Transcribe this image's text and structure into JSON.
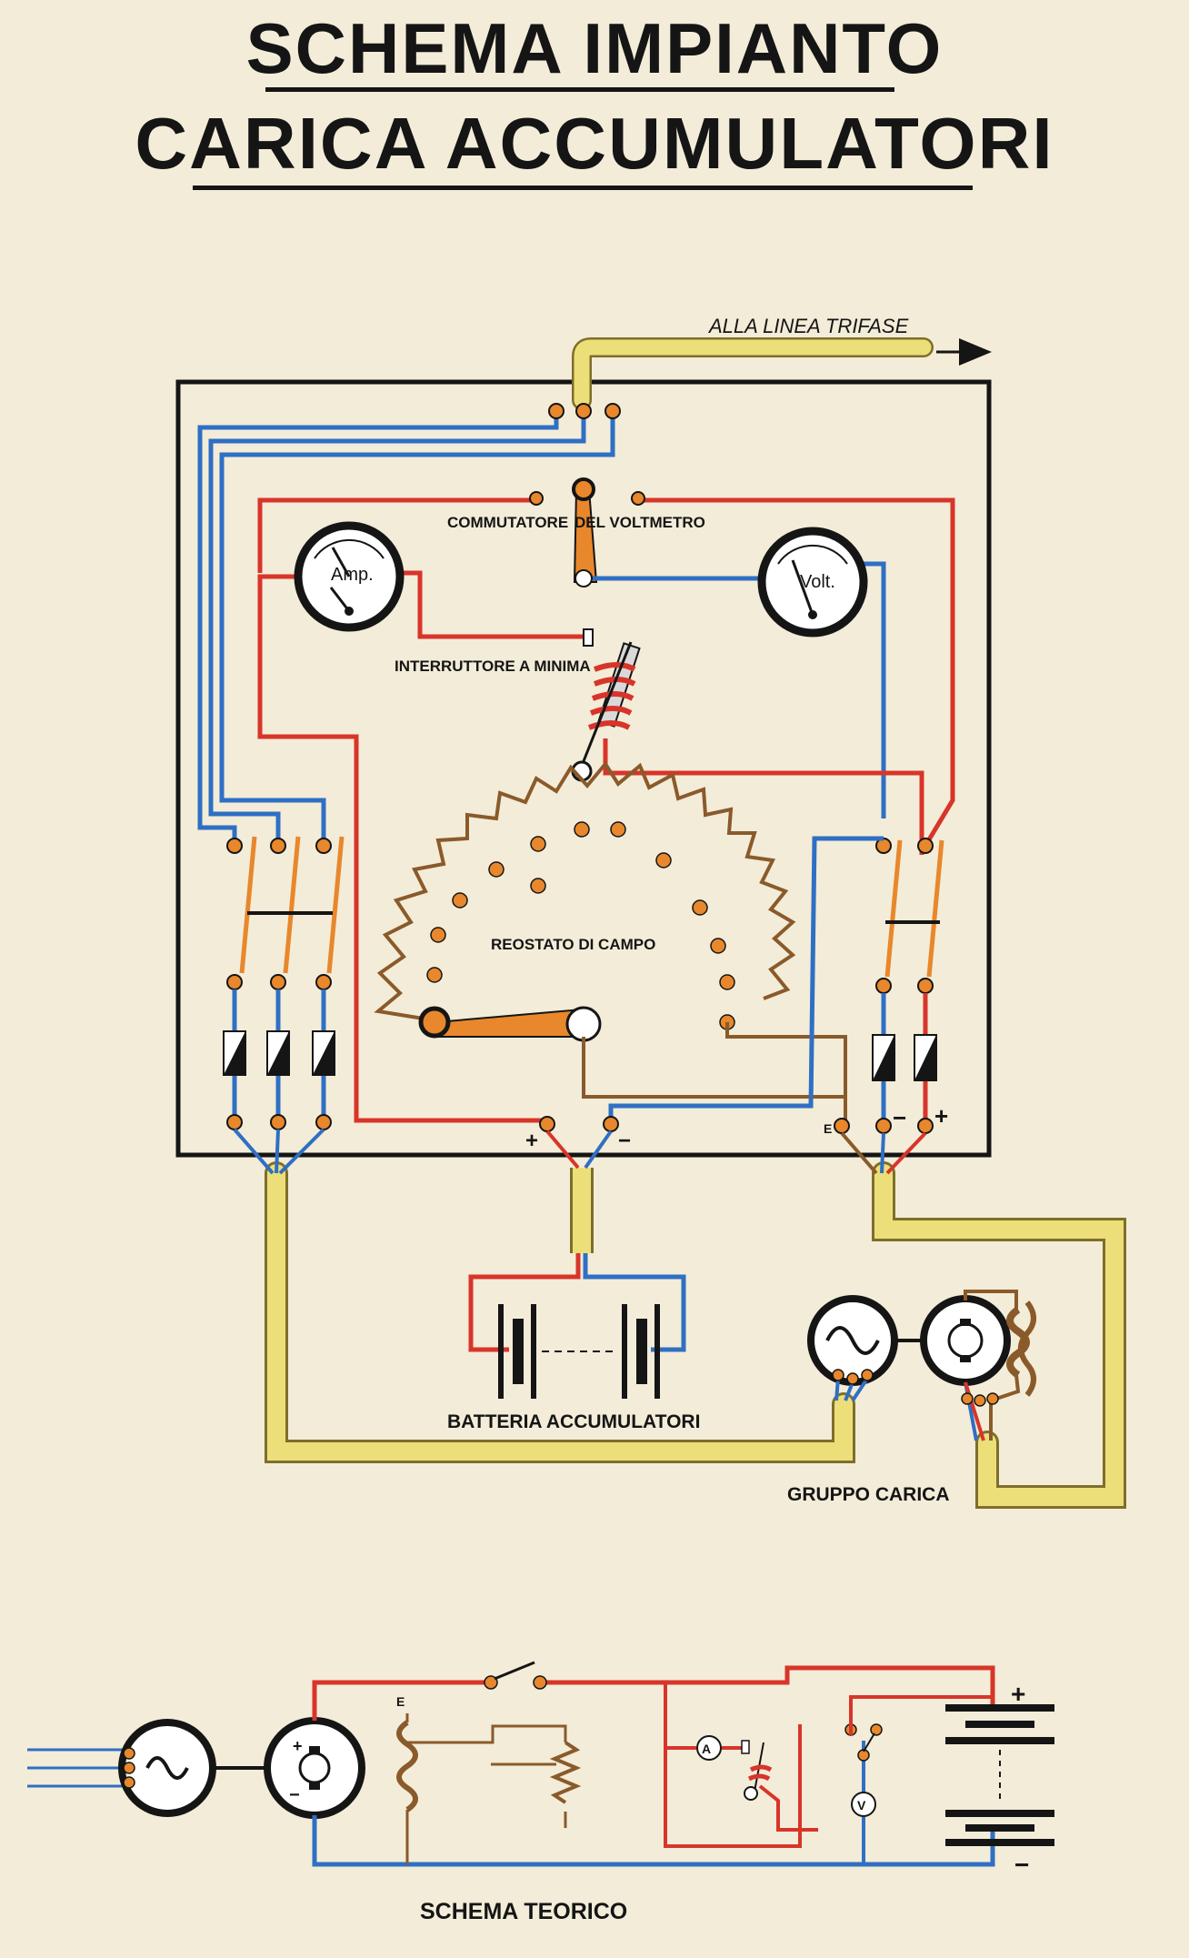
{
  "title": {
    "line1": "SCHEMA IMPIANTO",
    "line2": "CARICA ACCUMULATORI"
  },
  "labels": {
    "line_to": "ALLA LINEA TRIFASE",
    "voltmeter_switch_a": "COMMUTATORE",
    "voltmeter_switch_b": "DEL VOLTMETRO",
    "min_breaker": "INTERRUTTORE A MINIMA",
    "rheostat": "REOSTATO DI CAMPO",
    "battery": "BATTERIA ACCUMULATORI",
    "charging_group": "GRUPPO CARICA",
    "theory": "SCHEMA TEORICO",
    "amp_meter": "Amp.",
    "volt_meter": "Volt.",
    "plus": "+",
    "minus": "−",
    "e_terminal": "E",
    "a_symbol": "A",
    "v_symbol": "V"
  },
  "colors": {
    "background": "#f3ecd8",
    "red": "#d8352a",
    "blue": "#2f6fc4",
    "brown": "#8a5a2b",
    "orange": "#e8872c",
    "yellow": "#ecdf7a",
    "black": "#151515"
  }
}
